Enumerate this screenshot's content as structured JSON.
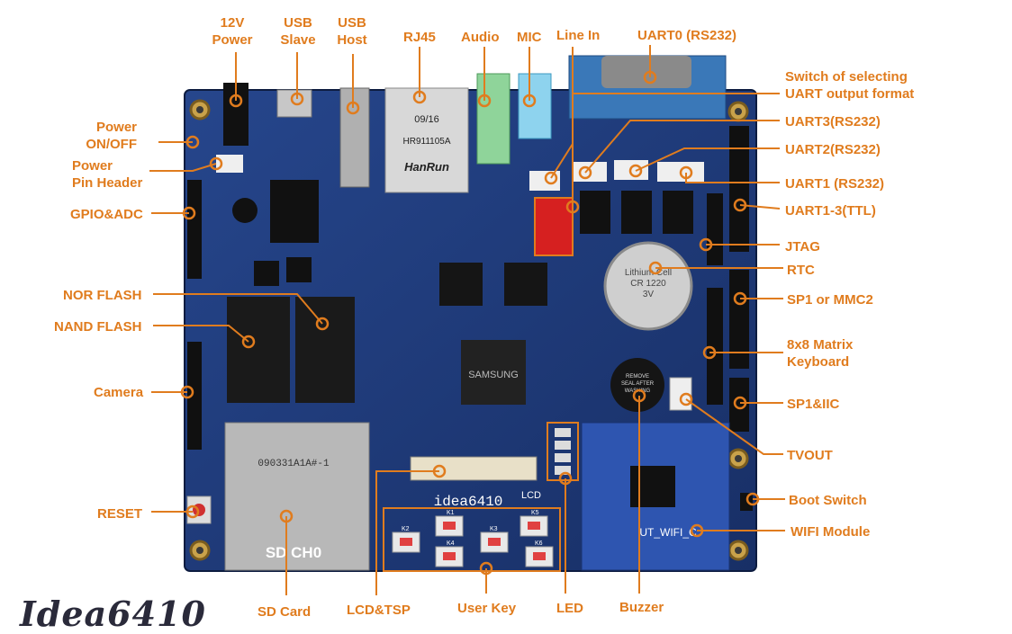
{
  "labels": {
    "power12v": "12V\nPower",
    "usb_slave": "USB\nSlave",
    "usb_host": "USB\nHost",
    "rj45": "RJ45",
    "audio": "Audio",
    "mic": "MIC",
    "line_in": "Line In",
    "uart0": "UART0 (RS232)",
    "switch_uart": "Switch of selecting\nUART output format",
    "uart3": "UART3(RS232)",
    "uart2": "UART2(RS232)",
    "uart1": "UART1 (RS232)",
    "uart13ttl": "UART1-3(TTL)",
    "jtag": "JTAG",
    "rtc": "RTC",
    "sp1mmc2": "SP1 or MMC2",
    "keyboard": "8x8 Matrix\nKeyboard",
    "sp1iic": "SP1&IIC",
    "tvout": "TVOUT",
    "boot_switch": "Boot Switch",
    "wifi": "WIFI Module",
    "power_onoff": "Power\nON/OFF",
    "power_header": "Power\nPin Header",
    "gpio_adc": "GPIO&ADC",
    "nor_flash": "NOR FLASH",
    "nand_flash": "NAND FLASH",
    "camera": "Camera",
    "reset": "RESET",
    "sd_card": "SD Card",
    "lcd_tsp": "LCD&TSP",
    "user_key": "User Key",
    "led": "LED",
    "buzzer": "Buzzer"
  },
  "board": {
    "silk_board_name": "idea6410",
    "silk_lcd": "LCD",
    "silk_wifi": "UT_WIFI_C",
    "silk_sd": "SD CH0",
    "silk_sd_code": "090331A1A#-1",
    "rj45_brand": "HanRun",
    "rj45_part": "HR911105A",
    "rj45_date": "09/16",
    "soc_brand": "SAMSUNG",
    "rtc_battery": "Lithium Cell\nCR 1220\n3V",
    "buzzer_text": "REMOVE\nSEAL AFTER\nWASHING",
    "key_labels": [
      "K2",
      "K1",
      "K3",
      "K5",
      "K4",
      "K6"
    ]
  },
  "title": "Idea6410",
  "colors": {
    "label": "#e07c1e",
    "pcb": "#1f3a78",
    "pcb_dark": "#15295a",
    "leader": "#e07c1e"
  }
}
